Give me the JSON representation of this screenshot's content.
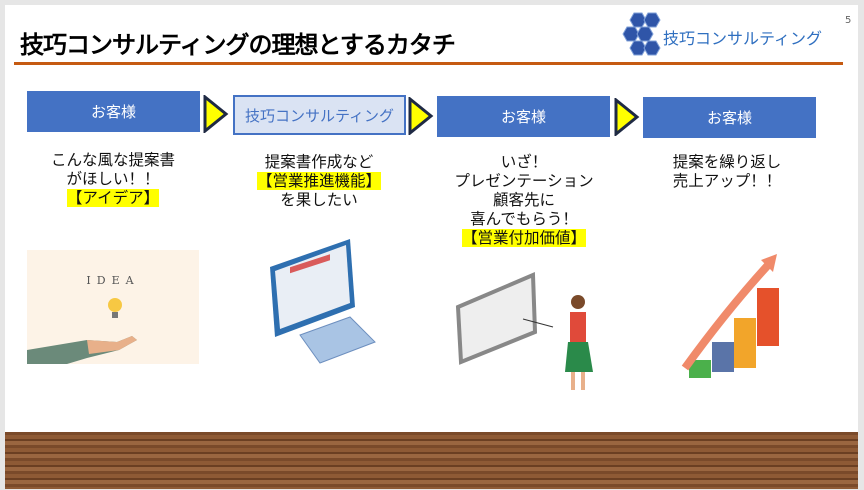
{
  "slide": {
    "title": "技巧コンサルティングの理想とするカタチ",
    "page_number": "5",
    "logo_text": "技巧コンサルティング"
  },
  "steps": [
    {
      "label": "お客様",
      "lines": [
        "こんな風な提案書",
        "がほしい！！"
      ],
      "highlight": "【アイデア】",
      "after": [],
      "image": "idea-lightbulb-hand"
    },
    {
      "label": "技巧コンサルティング",
      "lines": [
        "提案書作成など"
      ],
      "highlight": "【営業推進機能】",
      "after": [
        "を果したい"
      ],
      "image": "computer-monitor-keyboard"
    },
    {
      "label": "お客様",
      "lines": [
        "いざ！",
        "プレゼンテーション",
        "顧客先に",
        "喜んでもらう！"
      ],
      "highlight": "【営業付加価値】",
      "after": [],
      "image": "presenter-whiteboard"
    },
    {
      "label": "お客様",
      "lines": [
        "提案を繰り返し",
        "売上アップ！！"
      ],
      "highlight": "",
      "after": [],
      "image": "growth-bar-chart-arrow"
    }
  ],
  "colors": {
    "accent": "#4472c4",
    "rule": "#c55a11",
    "highlight": "#ffff00"
  }
}
